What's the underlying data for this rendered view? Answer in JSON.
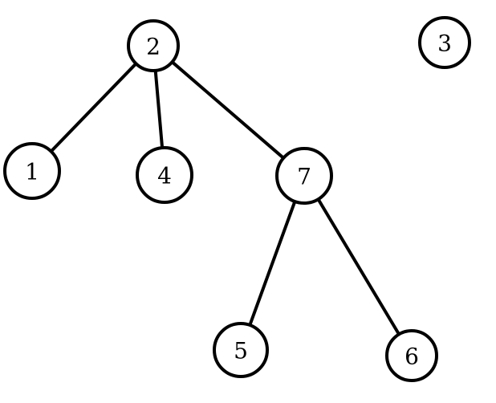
{
  "graph": {
    "nodes": [
      {
        "id": "2",
        "label": "2"
      },
      {
        "id": "3",
        "label": "3"
      },
      {
        "id": "1",
        "label": "1"
      },
      {
        "id": "4",
        "label": "4"
      },
      {
        "id": "7",
        "label": "7"
      },
      {
        "id": "5",
        "label": "5"
      },
      {
        "id": "6",
        "label": "6"
      }
    ],
    "edges": [
      {
        "from": "2",
        "to": "1"
      },
      {
        "from": "2",
        "to": "4"
      },
      {
        "from": "2",
        "to": "7"
      },
      {
        "from": "7",
        "to": "5"
      },
      {
        "from": "7",
        "to": "6"
      }
    ]
  }
}
